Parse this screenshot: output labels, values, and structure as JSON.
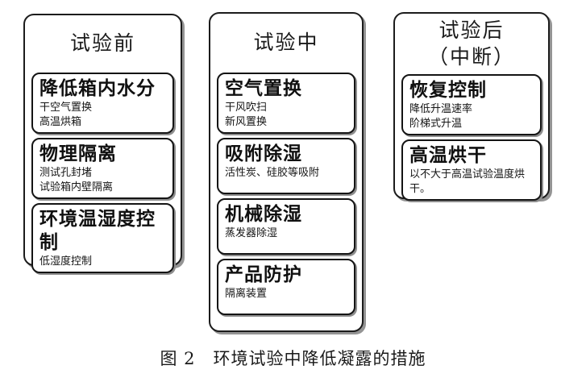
{
  "figure": {
    "caption": "图 2　环境试验中降低凝露的措施"
  },
  "colors": {
    "background": "#ffffff",
    "border": "#1c1c1c",
    "shadow": "#949494",
    "text": "#1a1a1a"
  },
  "columns": [
    {
      "title": "试验前",
      "boxes": [
        {
          "heading": "降低箱内水分",
          "items": [
            "干空气置换",
            "高温烘箱"
          ]
        },
        {
          "heading": "物理隔离",
          "items": [
            "测试孔封堵",
            "试验箱内壁隔离"
          ]
        },
        {
          "heading": "环境温湿度控制",
          "items": [
            "低湿度控制"
          ]
        }
      ]
    },
    {
      "title": "试验中",
      "boxes": [
        {
          "heading": "空气置换",
          "items": [
            "干风吹扫",
            "新风置换"
          ]
        },
        {
          "heading": "吸附除湿",
          "items": [
            "活性炭、硅胶等吸附"
          ]
        },
        {
          "heading": "机械除湿",
          "items": [
            "蒸发器除湿"
          ]
        },
        {
          "heading": "产品防护",
          "items": [
            "隔离装置"
          ]
        }
      ]
    },
    {
      "title": "试验后",
      "title_line2": "（中断）",
      "boxes": [
        {
          "heading": "恢复控制",
          "items": [
            "降低升温速率",
            "阶梯式升温"
          ]
        },
        {
          "heading": "高温烘干",
          "items": [
            "以不大于高温试验温度烘干。"
          ]
        }
      ]
    }
  ]
}
